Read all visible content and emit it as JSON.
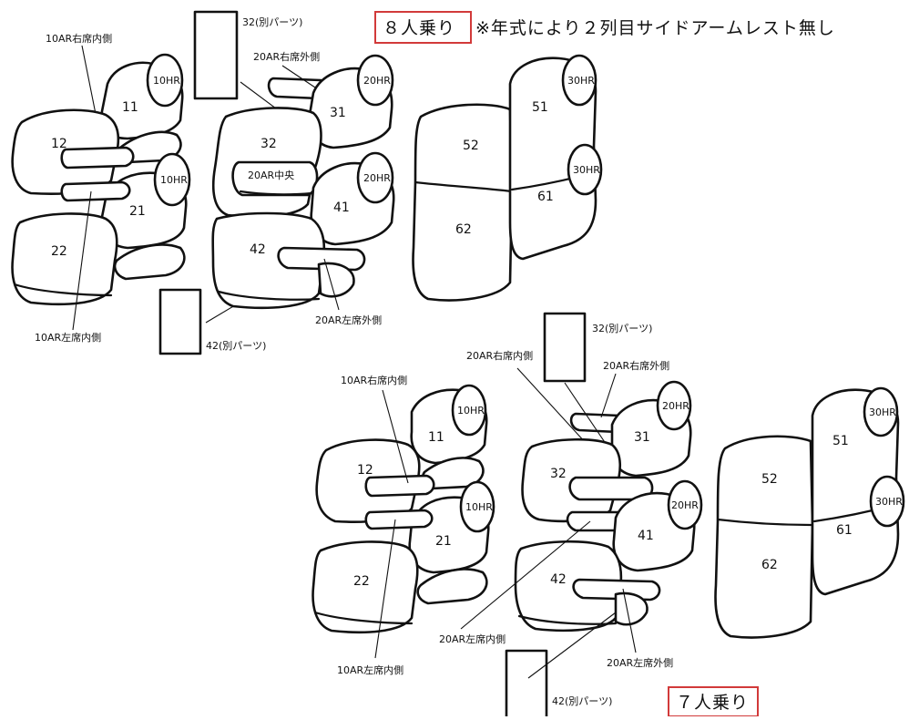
{
  "title_8": "８人乗り",
  "title_7": "７人乗り",
  "note": "※年式により２列目サイドアームレスト無し",
  "labels": {
    "hr10": "10HR",
    "hr20": "20HR",
    "hr30": "30HR",
    "ar10_right_inner": "10AR右席内側",
    "ar10_left_inner": "10AR左席内側",
    "ar20_right_outer": "20AR右席外側",
    "ar20_left_outer": "20AR左席外側",
    "ar20_right_inner": "20AR右席内側",
    "ar20_left_inner": "20AR左席内側",
    "ar20_center": "20AR中央",
    "part32": "32(別パーツ)",
    "part42": "42(別パーツ)"
  },
  "seat_numbers": {
    "s11": "11",
    "s12": "12",
    "s21": "21",
    "s22": "22",
    "s31": "31",
    "s32": "32",
    "s41": "41",
    "s42": "42",
    "s51": "51",
    "s52": "52",
    "s61": "61",
    "s62": "62"
  },
  "colors": {
    "accent_box": "#d23a3a",
    "line": "#111111"
  }
}
